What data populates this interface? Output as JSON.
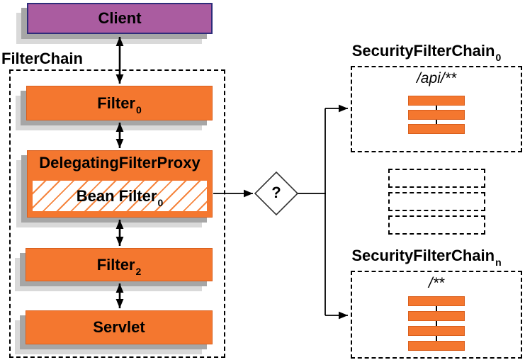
{
  "colors": {
    "orange": "#f4772f",
    "orange_border": "#d95f1d",
    "hatch": "#f5853f",
    "purple": "#aa5ca0",
    "purple_border": "#2e2c7a",
    "shadow_dark": "#a6a6a6",
    "shadow_light": "#d9d9d9",
    "line": "#000000"
  },
  "client": {
    "label": "Client"
  },
  "filter_chain": {
    "title": "FilterChain",
    "filter0": {
      "label": "Filter",
      "sub": "0"
    },
    "delegating_filter_proxy": {
      "label": "DelegatingFilterProxy"
    },
    "bean_filter": {
      "label": "Bean Filter",
      "sub": "0"
    },
    "filter2": {
      "label": "Filter",
      "sub": "2"
    },
    "servlet": {
      "label": "Servlet"
    }
  },
  "decision": {
    "label": "?"
  },
  "security_chain_0": {
    "title": "SecurityFilterChain",
    "sub": "0",
    "pattern": "/api/**",
    "filter_bars": 3
  },
  "security_chain_n": {
    "title": "SecurityFilterChain",
    "sub": "n",
    "pattern": "/**",
    "filter_bars": 4
  },
  "placeholders": {
    "count": 3
  }
}
